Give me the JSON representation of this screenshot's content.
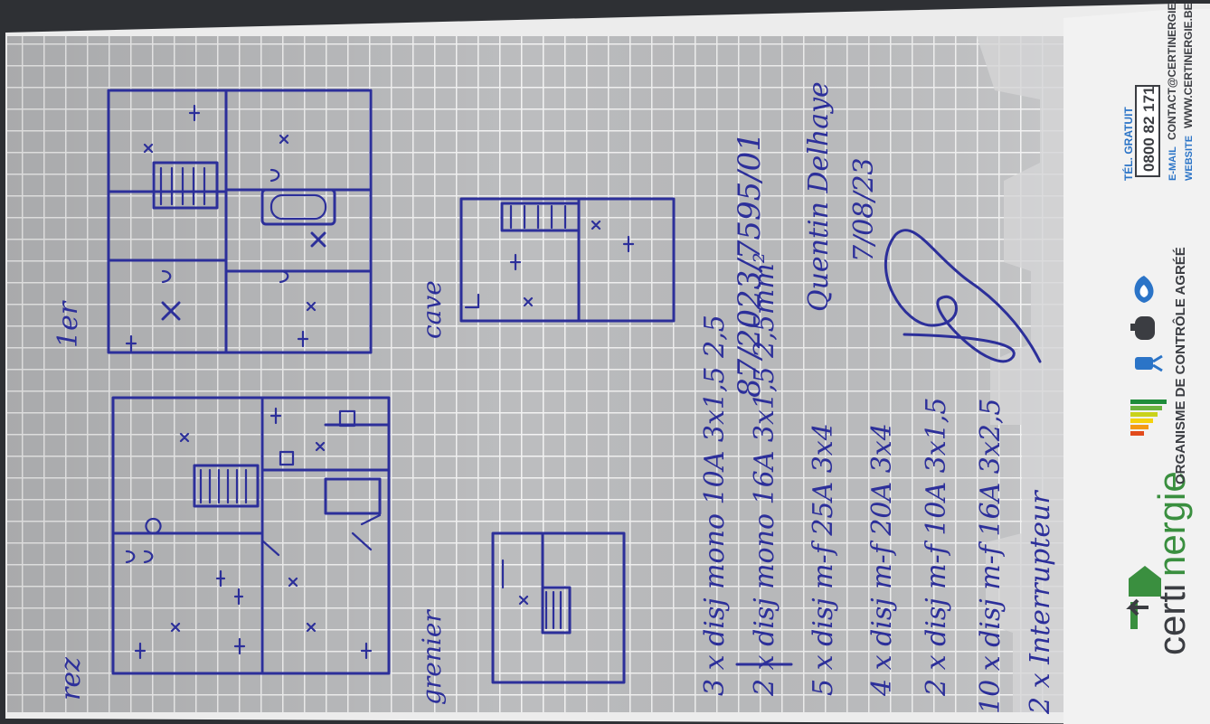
{
  "sheet": {
    "floor_labels": {
      "ground": "rez",
      "first": "1er",
      "attic": "grenier",
      "cellar": "cave"
    },
    "notes": {
      "line1": "3 x disj mono 10A 3x1,5 2,5",
      "line2": "2 x disj mono 16A 3x1,5 2,5mm²",
      "line3": "5 x disj m-f 25A 3x4",
      "line4": "4 x disj m-f 20A 3x4",
      "line5": "2 x disj m-f 10A 3x1,5",
      "line6": "10 x disj m-f 16A 3x2,5",
      "line7": "2 x Interrupteur"
    },
    "reference": "87/2023/7595/01",
    "signatory": "Quentin Delhaye",
    "date": "7/08/23"
  },
  "brand": {
    "logo_text_1": "certi",
    "logo_text_2": "nergie",
    "tagline": "ORGANISME DE CONTRÔLE AGRÉÉ",
    "phone_label": "TÉL. GRATUIT",
    "phone": "0800 82 171",
    "email_label": "E-MAIL",
    "email": "CONTACT@CERTINERGIE.BE",
    "website_label": "WEBSITE",
    "website": "WWW.CERTINERGIE.BE",
    "icons": [
      "energy-label-bars-icon",
      "electric-plug-icon",
      "oil-tank-icon",
      "gas-flame-icon"
    ],
    "colors": {
      "ink": "#2c2f9a",
      "grid": "#ffffff",
      "paper": "#b9babc",
      "accent_green": "#3a8f3f"
    }
  }
}
